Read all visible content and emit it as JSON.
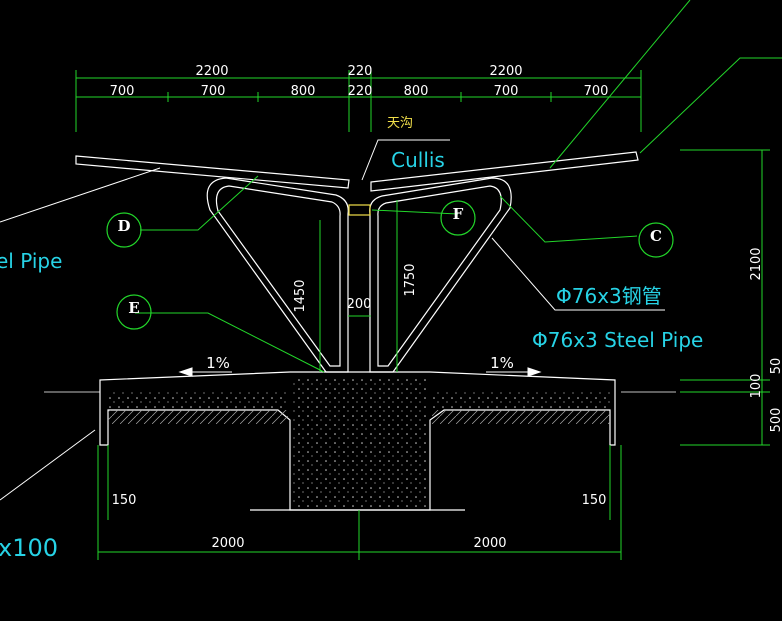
{
  "colors": {
    "background": "#000000",
    "dimension_lines": "#22d62a",
    "outline": "#ffffff",
    "annotation_text": "#27d3e6",
    "chinese_text": "#f2e04a"
  },
  "dimensions": {
    "top_left_total": "2200",
    "top_center_total": "220",
    "top_right_total": "2200",
    "top_left_segments": [
      "700",
      "700",
      "800"
    ],
    "top_center_segment": "220",
    "top_right_segments": [
      "800",
      "700",
      "700"
    ],
    "inner_left_height": "1450",
    "inner_right_height": "1750",
    "inner_gap": "200",
    "right_total_height": "2100",
    "right_small_50": "50",
    "right_small_100": "100",
    "right_small_500": "500",
    "left_curb": "150",
    "right_curb": "150",
    "bottom_left": "2000",
    "bottom_right": "2000"
  },
  "slopes": {
    "left": "1%",
    "right": "1%"
  },
  "labels": {
    "gutter_cn": "天沟",
    "gutter_en": "Cullis",
    "pipe_cn": "Φ76x3钢管",
    "pipe_en": "Φ76x3 Steel Pipe",
    "left_pipe_partial": "el Pipe",
    "bottom_left_partial": "x100"
  },
  "detail_tags": {
    "d": "D",
    "e": "E",
    "f": "F",
    "c": "C"
  }
}
